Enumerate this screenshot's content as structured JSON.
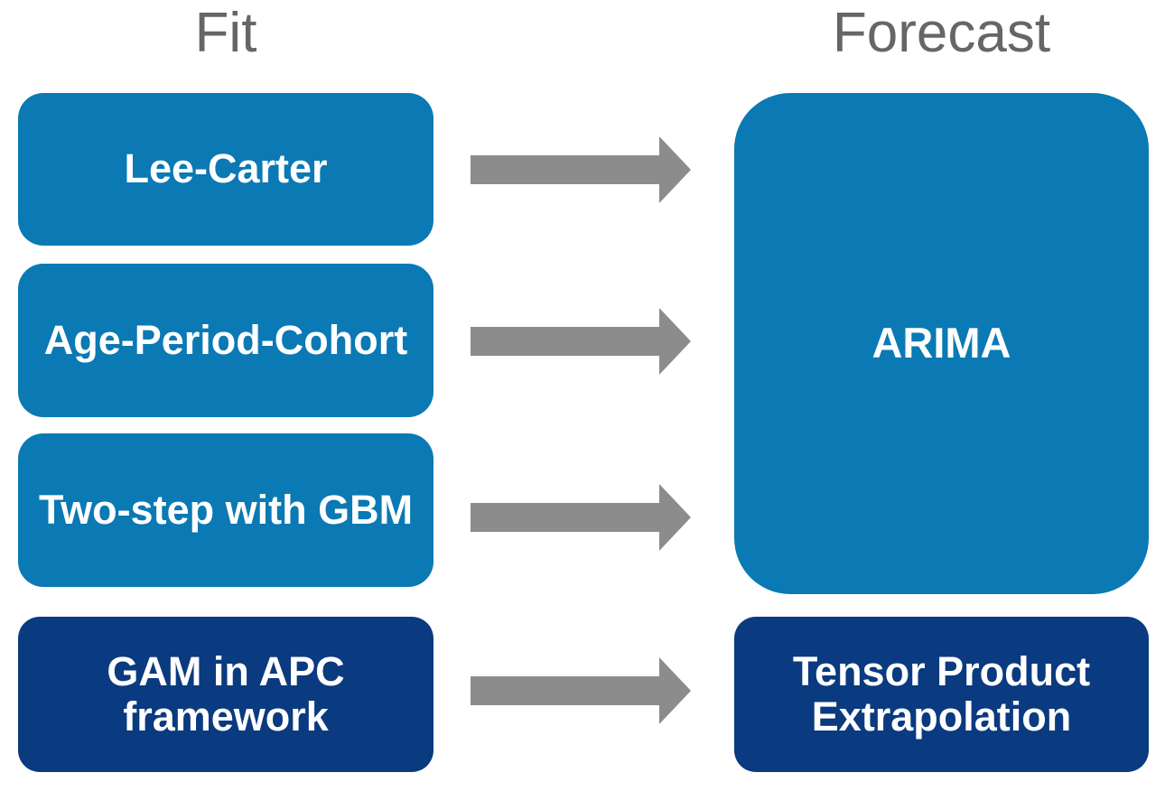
{
  "columns": {
    "left_header": "Fit",
    "right_header": "Forecast"
  },
  "fit_boxes": [
    {
      "label": "Lee-Carter",
      "color": "#0A79B4"
    },
    {
      "label": "Age-Period-Cohort",
      "color": "#0A79B4"
    },
    {
      "label": "Two-step with GBM",
      "color": "#0A79B4"
    },
    {
      "label": "GAM in APC framework",
      "color": "#0A3A7F"
    }
  ],
  "forecast_boxes": [
    {
      "label": "ARIMA",
      "color": "#0A79B4"
    },
    {
      "label": "Tensor Product Extrapolation",
      "color": "#0A3A7F"
    }
  ],
  "arrows": [
    {
      "name": "lee-carter-to-arima",
      "color": "#8C8C8C"
    },
    {
      "name": "age-period-cohort-to-arima",
      "color": "#8C8C8C"
    },
    {
      "name": "two-step-gbm-to-arima",
      "color": "#8C8C8C"
    },
    {
      "name": "gam-apc-to-tensor-product",
      "color": "#8C8C8C"
    }
  ],
  "colors": {
    "primary_blue": "#0A79B4",
    "dark_navy": "#0A3A7F",
    "arrow_gray": "#8C8C8C",
    "header_gray": "#666666",
    "background": "#FFFFFF",
    "box_text": "#FFFFFF"
  }
}
